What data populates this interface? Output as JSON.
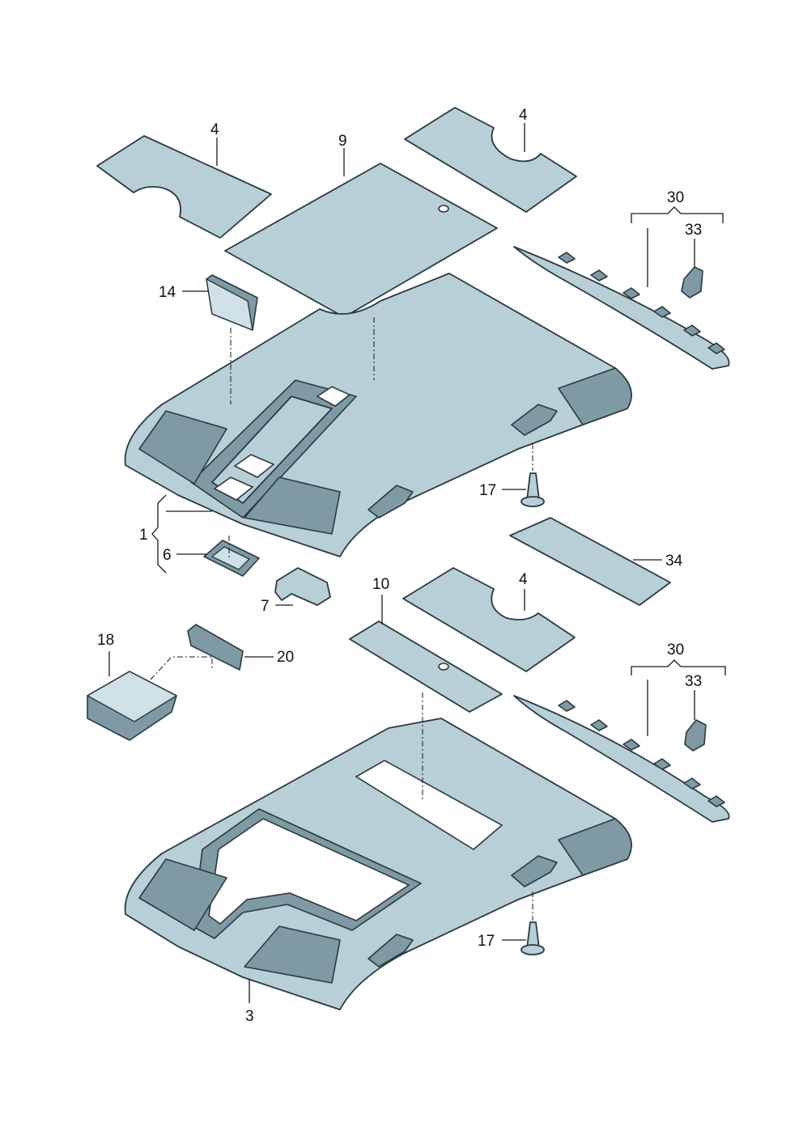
{
  "callouts": [
    {
      "id": "c4a",
      "text": "4"
    },
    {
      "id": "c9",
      "text": "9"
    },
    {
      "id": "c4b",
      "text": "4"
    },
    {
      "id": "c30a",
      "text": "30"
    },
    {
      "id": "c33a",
      "text": "33"
    },
    {
      "id": "c14",
      "text": "14"
    },
    {
      "id": "c17a",
      "text": "17"
    },
    {
      "id": "c1",
      "text": "1"
    },
    {
      "id": "c6",
      "text": "6"
    },
    {
      "id": "c34",
      "text": "34"
    },
    {
      "id": "c7",
      "text": "7"
    },
    {
      "id": "c10",
      "text": "10"
    },
    {
      "id": "c4c",
      "text": "4"
    },
    {
      "id": "c18",
      "text": "18"
    },
    {
      "id": "c20",
      "text": "20"
    },
    {
      "id": "c30b",
      "text": "30"
    },
    {
      "id": "c33b",
      "text": "33"
    },
    {
      "id": "c17b",
      "text": "17"
    },
    {
      "id": "c3",
      "text": "3"
    }
  ]
}
